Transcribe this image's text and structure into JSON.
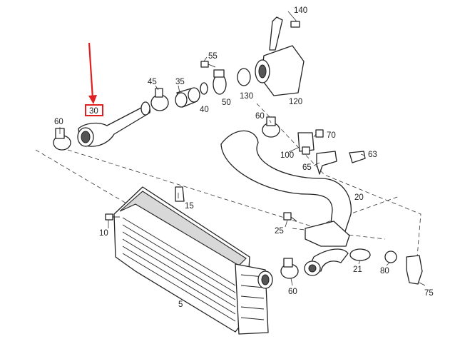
{
  "diagram": {
    "highlight_color": "#e02020",
    "highlighted_callout": "30",
    "callouts": {
      "c140": "140",
      "c55": "55",
      "c45": "45",
      "c35": "35",
      "c40": "40",
      "c50": "50",
      "c130": "130",
      "c120": "120",
      "c30": "30",
      "c60a": "60",
      "c60b": "60",
      "c70": "70",
      "c100": "100",
      "c63": "63",
      "c65": "65",
      "c20": "20",
      "c15": "15",
      "c10": "10",
      "c25": "25",
      "c21": "21",
      "c80": "80",
      "c75": "75",
      "c60c": "60",
      "c5": "5"
    }
  }
}
